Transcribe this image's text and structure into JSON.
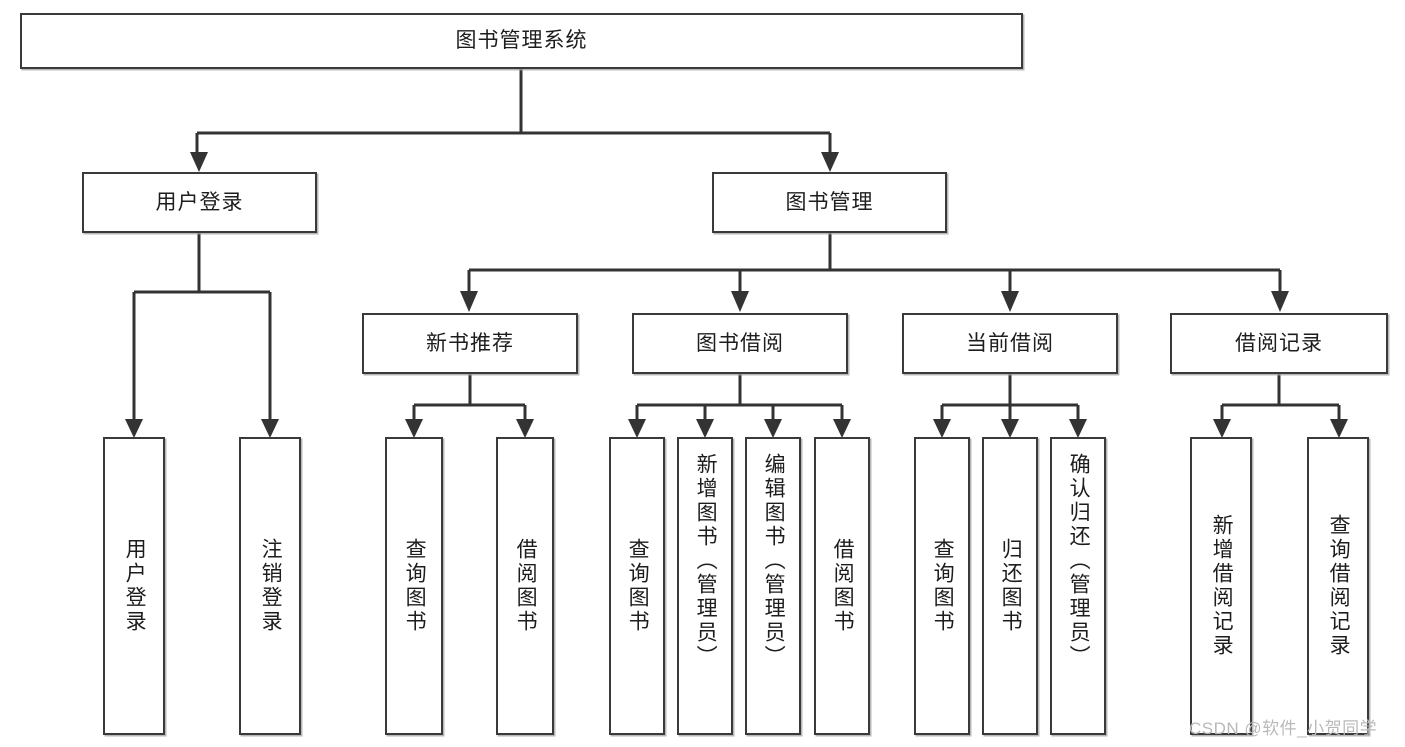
{
  "diagram": {
    "title": "图书管理系统",
    "root": {
      "label": "图书管理系统"
    },
    "level2": [
      {
        "label": "用户登录"
      },
      {
        "label": "图书管理"
      }
    ],
    "level3": [
      {
        "label": "新书推荐"
      },
      {
        "label": "图书借阅"
      },
      {
        "label": "当前借阅"
      },
      {
        "label": "借阅记录"
      }
    ],
    "leaves": {
      "user_login": [
        {
          "label": "用户登录"
        },
        {
          "label": "注销登录"
        }
      ],
      "new_book_recommend": [
        {
          "label": "查询图书"
        },
        {
          "label": "借阅图书"
        }
      ],
      "book_borrow": [
        {
          "label": "查询图书"
        },
        {
          "label": "新增图书（管理员）"
        },
        {
          "label": "编辑图书（管理员）"
        },
        {
          "label": "借阅图书"
        }
      ],
      "current_borrow": [
        {
          "label": "查询图书"
        },
        {
          "label": "归还图书"
        },
        {
          "label": "确认归还（管理员）"
        }
      ],
      "borrow_record": [
        {
          "label": "新增借阅记录"
        },
        {
          "label": "查询借阅记录"
        }
      ]
    }
  },
  "watermark": {
    "text": "CSDN @软件_小贺同学"
  },
  "colors": {
    "box_border": "#3a3a3a",
    "box_fill": "#ffffff",
    "connector": "#333333",
    "text": "#1d1d1d",
    "watermark": "#b9b9b9",
    "page_background": "#ffffff"
  }
}
